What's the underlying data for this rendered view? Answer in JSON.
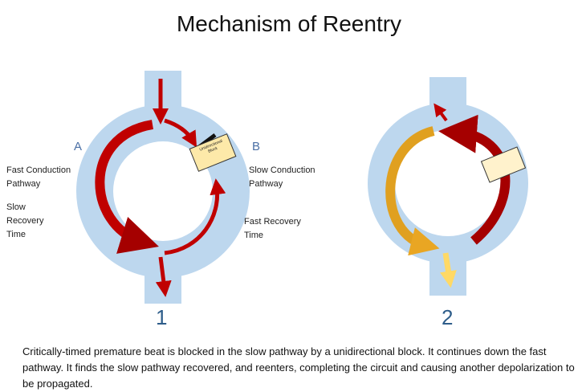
{
  "title": "Mechanism of Reentry",
  "diagram1": {
    "number": "1",
    "label_a": "A",
    "label_b": "B",
    "fast_conduction": "Fast Conduction Pathway",
    "slow_recovery": "Slow Recovery Time",
    "slow_conduction": "Slow Conduction Pathway",
    "fast_recovery": "Fast Recovery Time",
    "block_label": "Unidirectional Block"
  },
  "diagram2": {
    "number": "2"
  },
  "caption": "Critically-timed premature beat is blocked in the slow pathway by a unidirectional block.  It continues down the fast pathway. It finds the slow pathway recovered, and reenters, completing the circuit and causing another depolarization to be propagated.",
  "colors": {
    "tissue": "#bdd7ee",
    "red": "#c00000",
    "dark_red": "#8b0000",
    "orange": "#e0a020",
    "yellow": "#ffd966",
    "block": "#fde9a9"
  }
}
